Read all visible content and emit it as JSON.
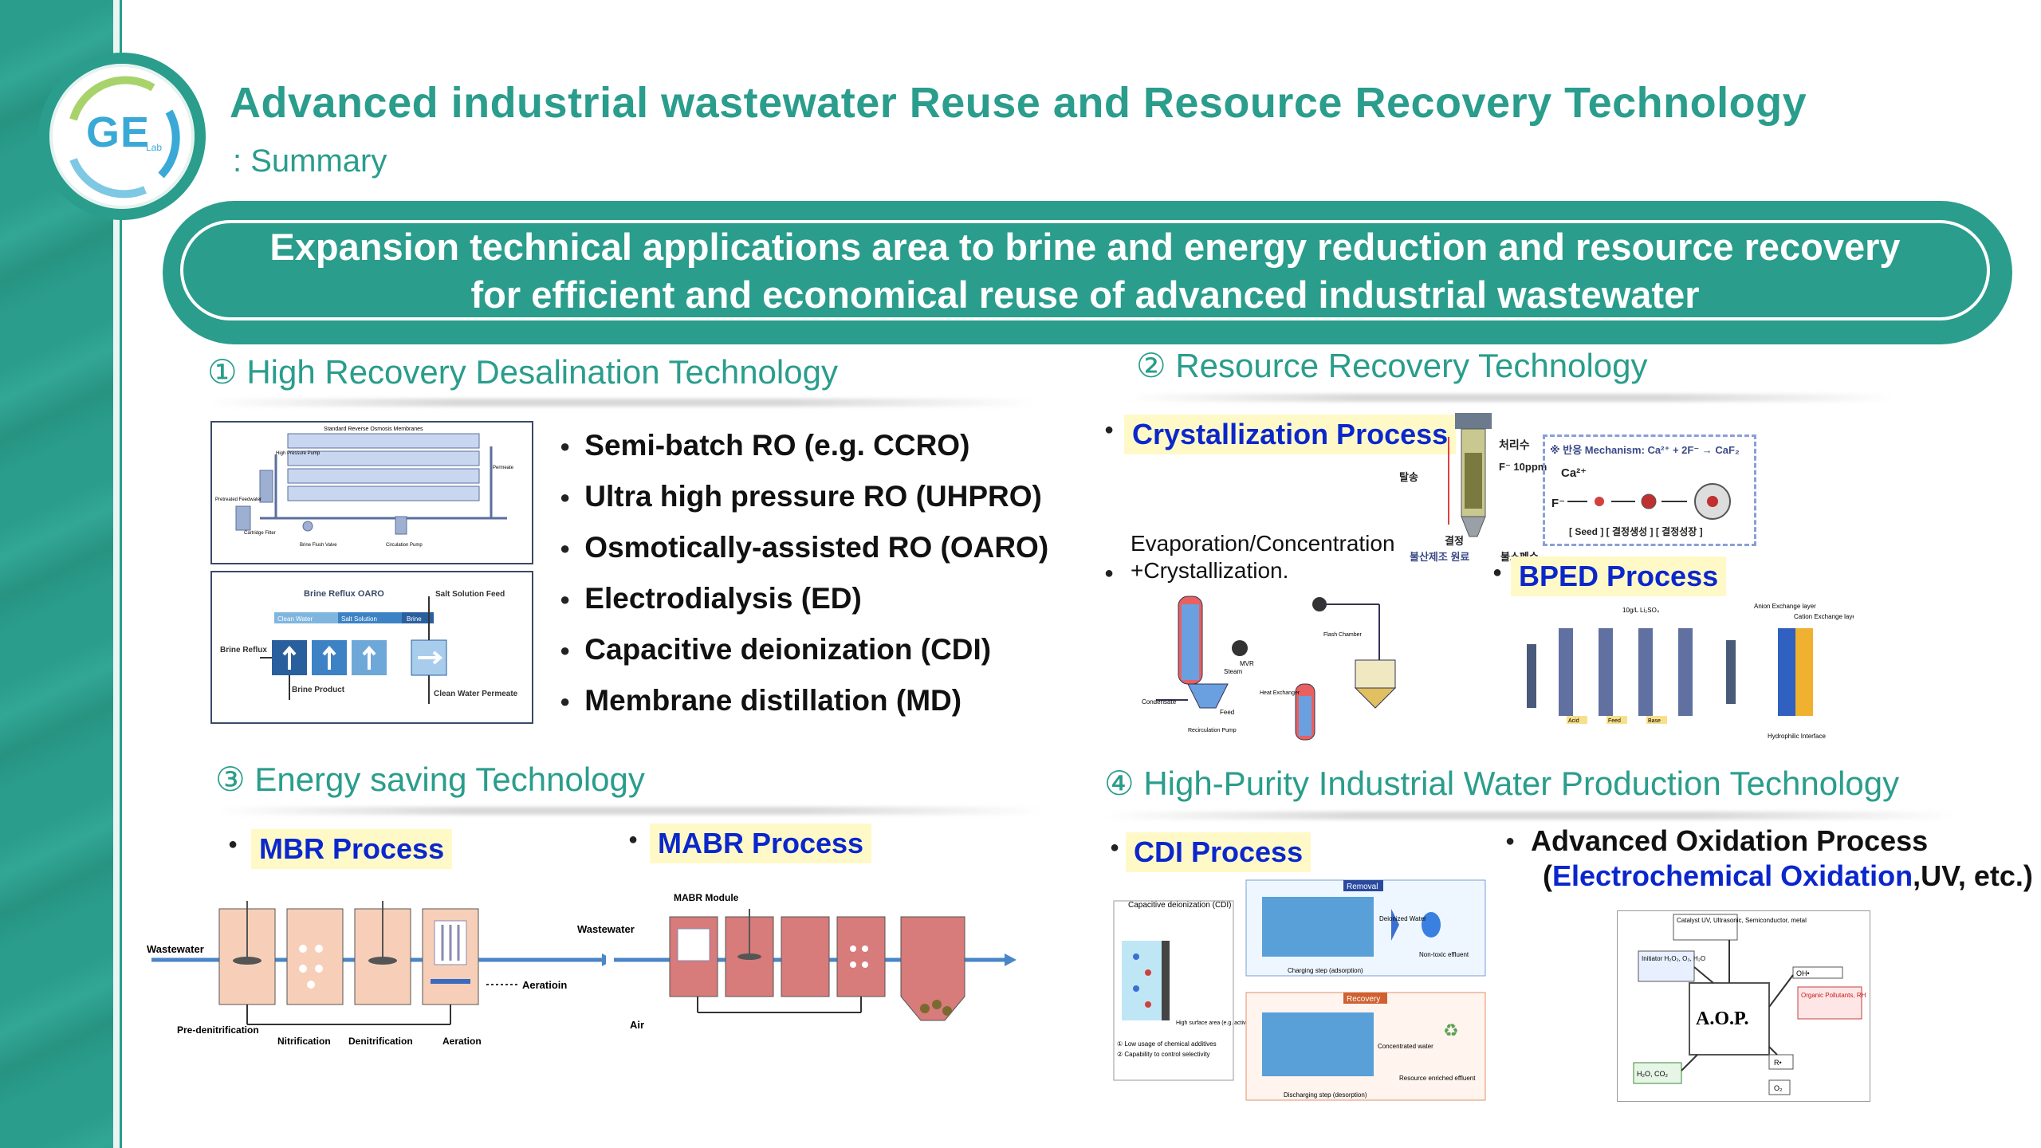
{
  "logo": {
    "text": "GE",
    "sub": "Lab"
  },
  "header": {
    "title": "Advanced industrial wastewater Reuse and Resource Recovery Technology",
    "subtitle": ": Summary"
  },
  "banner": {
    "line1": "Expansion technical applications area to brine and energy reduction and resource recovery",
    "line2": "for efficient and economical reuse of advanced industrial wastewater"
  },
  "sections": {
    "s1": {
      "title": "① High Recovery Desalination Technology",
      "items": [
        "Semi-batch RO (e.g. CCRO)",
        "Ultra high pressure RO (UHPRO)",
        "Osmotically-assisted RO (OARO)",
        "Electrodialysis (ED)",
        "Capacitive deionization (CDI)",
        "Membrane distillation (MD)"
      ],
      "ro_diagram": {
        "header": "Standard Reverse Osmosis Membranes",
        "hp_pump": "High Pressure Pump",
        "permeate": "Permeate",
        "pretreated": "Pretreated Feedwater",
        "cartridge": "Cartridge Filter",
        "brine_flush": "Brine Flush Valve",
        "circ_pump": "Circulation Pump"
      },
      "oaro_diagram": {
        "title": "Brine Reflux OARO",
        "salt_feed": "Salt Solution Feed",
        "clean": "Clean Water",
        "salt": "Salt Solution",
        "brine": "Brine",
        "brine_reflux": "Brine Reflux",
        "brine_product": "Brine Product",
        "clean_permeate": "Clean Water Permeate"
      }
    },
    "s2": {
      "title": "② Resource Recovery Technology",
      "crystallization": "Crystallization Process",
      "mechanism": "※ 반응 Mechanism: Ca²⁺ + 2F⁻ → CaF₂",
      "ca": "Ca²⁺",
      "f": "F⁻",
      "seed_labels": "[ Seed ]  [ 결정생성 ]  [ 결정성장 ]",
      "treated": "처리수",
      "f10ppm": "F⁻ 10ppm",
      "dehyd": "탈송",
      "crystal": "결정",
      "raw": "불산제조 원료",
      "waste": "불소폐수",
      "evap_line1": "Evaporation/Concentration",
      "evap_line2": "+Crystallization.",
      "evap_labels": {
        "mvr": "MVR",
        "steam": "Steam",
        "condensate": "Condensate",
        "feed": "Feed",
        "recirc": "Recirculation Pump",
        "flash": "Flash Chamber",
        "heat_ex": "Heat Exchanger"
      },
      "bped": "BPED Process",
      "bped_labels": {
        "top": "10g/L Li₂SO₄",
        "anion": "Anion Exchange layer",
        "cation": "Cation Exchange layer",
        "hydro": "Hydrophilic Interface",
        "acid": "Acid",
        "feed": "Feed",
        "base": "Base"
      }
    },
    "s3": {
      "title": "③ Energy saving Technology",
      "mbr": "MBR Process",
      "mabr": "MABR Process",
      "mbr_labels": {
        "wastewater": "Wastewater",
        "aeration_in": "Aeratioin",
        "predenit": "Pre-denitrification",
        "nitrif": "Nitrification",
        "denit": "Denitrification",
        "aeration": "Aeration"
      },
      "mabr_labels": {
        "module": "MABR Module",
        "wastewater": "Wastewater",
        "air": "Air"
      }
    },
    "s4": {
      "title": "④ High-Purity Industrial Water Production Technology",
      "cdi": "CDI Process",
      "aop_bullet": "Advanced Oxidation Process",
      "aop_paren_open": "(",
      "aop_blue": "Electrochemical Oxidation",
      "aop_rest": ",UV, etc.)",
      "cdi_labels": {
        "title": "Capacitive deionization (CDI)",
        "removal": "Removal",
        "recovery": "Recovery",
        "charging": "Charging step (adsorption)",
        "discharging": "Discharging step (desorption)",
        "nontoxic": "Non-toxic effluent",
        "enriched": "Resource enriched effluent",
        "deionized": "Deionized Water",
        "concentrated": "Concentrated water",
        "low_usage": "① Low usage of chemical additives",
        "capability": "② Capability to control selectivity",
        "surface": "High surface area (e.g. activated carbon)"
      },
      "aop_labels": {
        "center": "A.O.P.",
        "catalyst": "Catalyst UV, Ultrasonic, Semiconductor, metal",
        "initiator": "Initiator H₂O₂, O₃, H₂O",
        "oh": "OH•",
        "organic": "Organic Pollutants, RH",
        "h2o": "H₂O, CO₂",
        "r": "R•",
        "o2": "O₂"
      }
    }
  },
  "colors": {
    "teal": "#2a9d8c",
    "highlight": "#fff9c8",
    "link_blue": "#0b27cc"
  }
}
